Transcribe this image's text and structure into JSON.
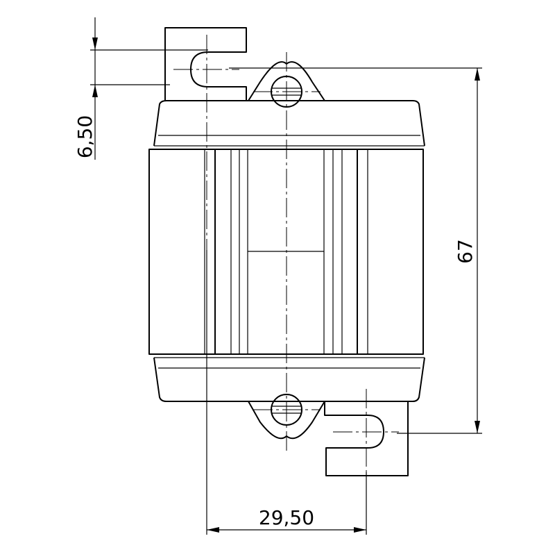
{
  "dimensions": {
    "top_offset": "6,50",
    "height": "67",
    "width": "29,50"
  },
  "colors": {
    "line": "#000000",
    "background": "#ffffff"
  }
}
